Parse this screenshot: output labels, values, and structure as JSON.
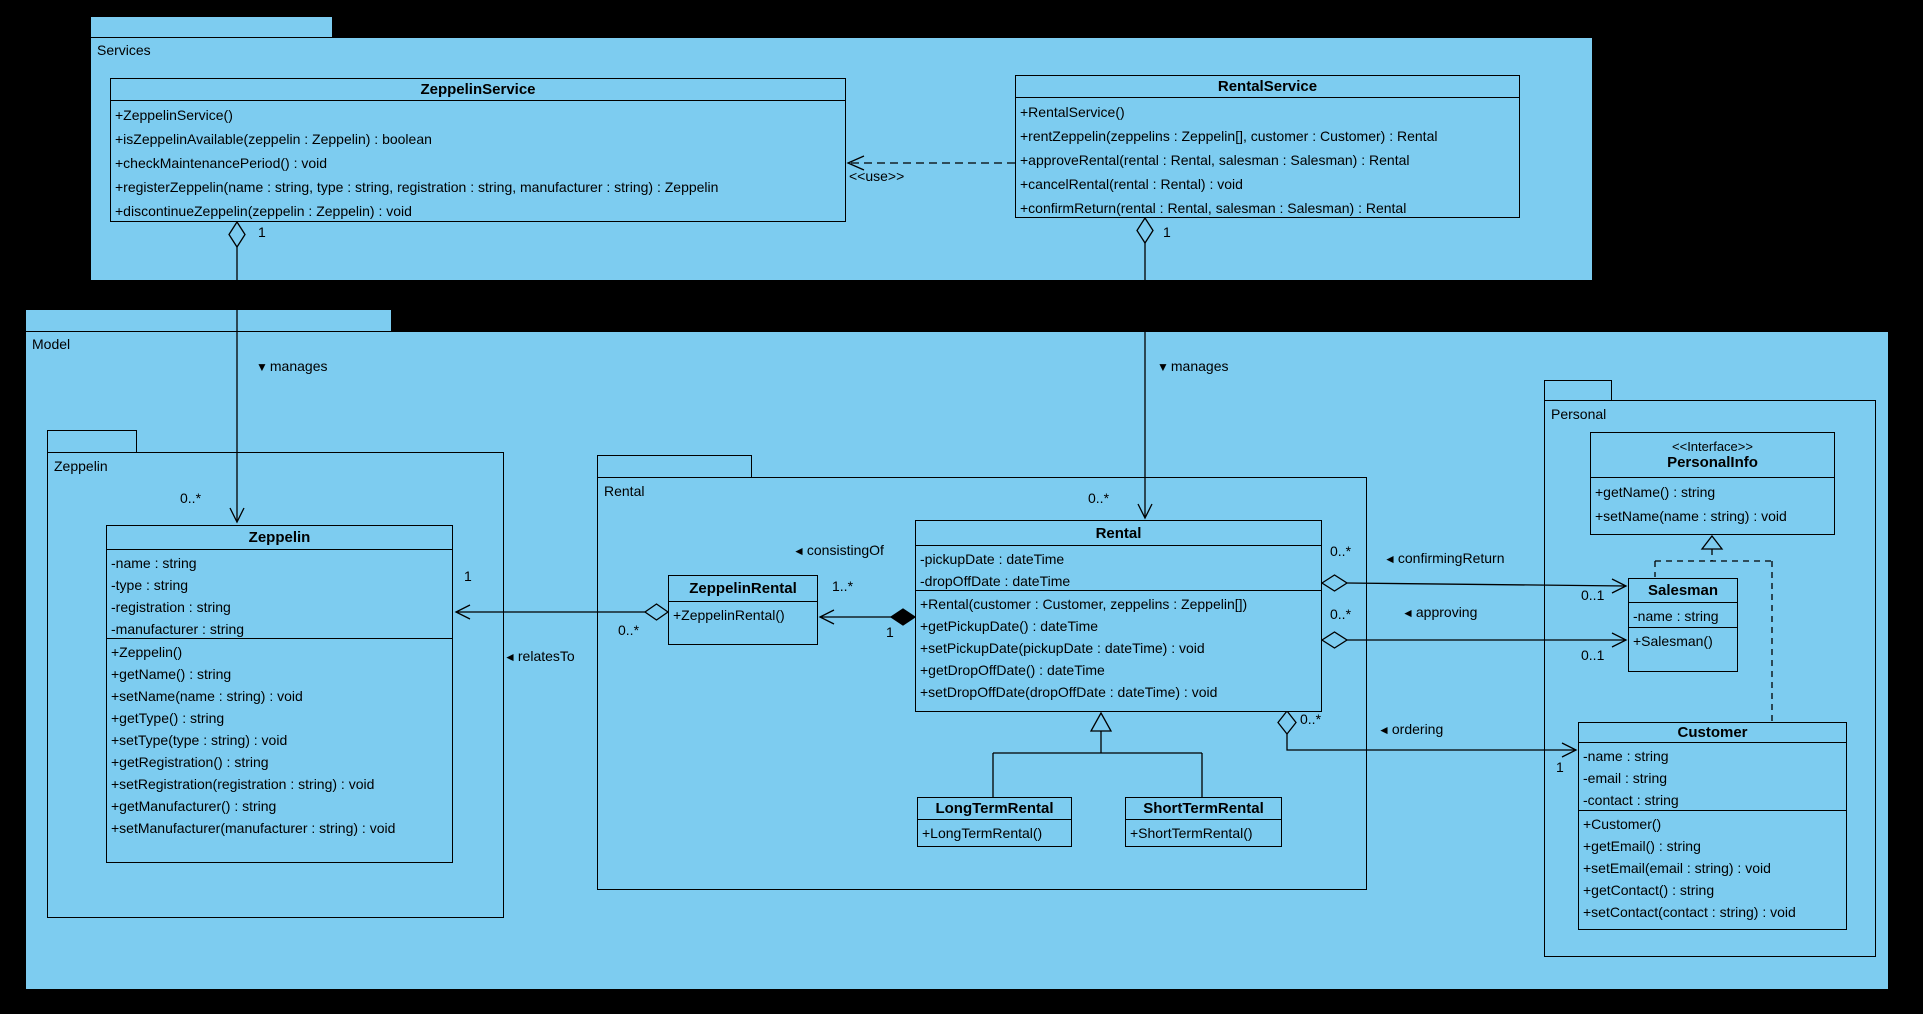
{
  "colors": {
    "background": "#000000",
    "package_fill": "#7dccf0",
    "border": "#000000",
    "text": "#000000"
  },
  "packages": {
    "services": {
      "label": "Services"
    },
    "model": {
      "label": "Model"
    },
    "zeppelin": {
      "label": "Zeppelin"
    },
    "rental": {
      "label": "Rental"
    },
    "personal": {
      "label": "Personal"
    }
  },
  "classes": {
    "zeppelin_service": {
      "title": "ZeppelinService",
      "methods": [
        "+ZeppelinService()",
        "+isZeppelinAvailable(zeppelin : Zeppelin) : boolean",
        "+checkMaintenancePeriod() : void",
        "+registerZeppelin(name : string, type : string, registration : string, manufacturer : string) : Zeppelin",
        "+discontinueZeppelin(zeppelin : Zeppelin) : void"
      ]
    },
    "rental_service": {
      "title": "RentalService",
      "methods": [
        "+RentalService()",
        "+rentZeppelin(zeppelins : Zeppelin[], customer : Customer) : Rental",
        "+approveRental(rental : Rental, salesman : Salesman) : Rental",
        "+cancelRental(rental : Rental) : void",
        "+confirmReturn(rental : Rental, salesman : Salesman) : Rental"
      ]
    },
    "zeppelin": {
      "title": "Zeppelin",
      "attributes": [
        "-name : string",
        "-type : string",
        "-registration : string",
        "-manufacturer : string"
      ],
      "methods": [
        "+Zeppelin()",
        "+getName() : string",
        "+setName(name : string) : void",
        "+getType() : string",
        "+setType(type : string) : void",
        "+getRegistration() : string",
        "+setRegistration(registration : string) : void",
        "+getManufacturer() : string",
        "+setManufacturer(manufacturer : string) : void"
      ]
    },
    "zeppelin_rental": {
      "title": "ZeppelinRental",
      "methods": [
        "+ZeppelinRental()"
      ]
    },
    "rental": {
      "title": "Rental",
      "attributes": [
        "-pickupDate : dateTime",
        "-dropOffDate : dateTime"
      ],
      "methods": [
        "+Rental(customer : Customer, zeppelins : Zeppelin[])",
        "+getPickupDate() : dateTime",
        "+setPickupDate(pickupDate : dateTime) : void",
        "+getDropOffDate() : dateTime",
        "+setDropOffDate(dropOffDate : dateTime) : void"
      ]
    },
    "long_term_rental": {
      "title": "LongTermRental",
      "methods": [
        "+LongTermRental()"
      ]
    },
    "short_term_rental": {
      "title": "ShortTermRental",
      "methods": [
        "+ShortTermRental()"
      ]
    },
    "personal_info": {
      "stereotype": "<<Interface>>",
      "title": "PersonalInfo",
      "methods": [
        "+getName() : string",
        "+setName(name : string) : void"
      ]
    },
    "salesman": {
      "title": "Salesman",
      "attributes": [
        "-name : string"
      ],
      "methods": [
        "+Salesman()"
      ]
    },
    "customer": {
      "title": "Customer",
      "attributes": [
        "-name : string",
        "-email : string",
        "-contact : string"
      ],
      "methods": [
        "+Customer()",
        "+getEmail() : string",
        "+setEmail(email : string) : void",
        "+getContact() : string",
        "+setContact(contact : string) : void"
      ]
    }
  },
  "relations": {
    "use_dependency": {
      "label": "<<use>>"
    },
    "zeppelin_service_manages": {
      "icon": "▼",
      "label": "manages",
      "source_mult": "1",
      "target_mult": "0..*"
    },
    "rental_service_manages": {
      "icon": "▼",
      "label": "manages",
      "source_mult": "1",
      "target_mult": "0..*"
    },
    "relates_to": {
      "icon": "◄",
      "label": "relatesTo",
      "zeppelin_mult": "1",
      "zeppelin_rental_mult": "0..*"
    },
    "consisting_of": {
      "icon": "◄",
      "label": "consistingOf",
      "zeppelin_rental_mult": "1..*",
      "rental_mult": "1"
    },
    "confirming_return": {
      "icon": "◄",
      "label": "confirmingReturn",
      "rental_mult": "0..*",
      "salesman_mult": "0..1"
    },
    "approving": {
      "icon": "◄",
      "label": "approving",
      "rental_mult": "0..*",
      "salesman_mult": "0..1"
    },
    "ordering": {
      "icon": "◄",
      "label": "ordering",
      "rental_mult": "0..*",
      "customer_mult": "1"
    }
  }
}
